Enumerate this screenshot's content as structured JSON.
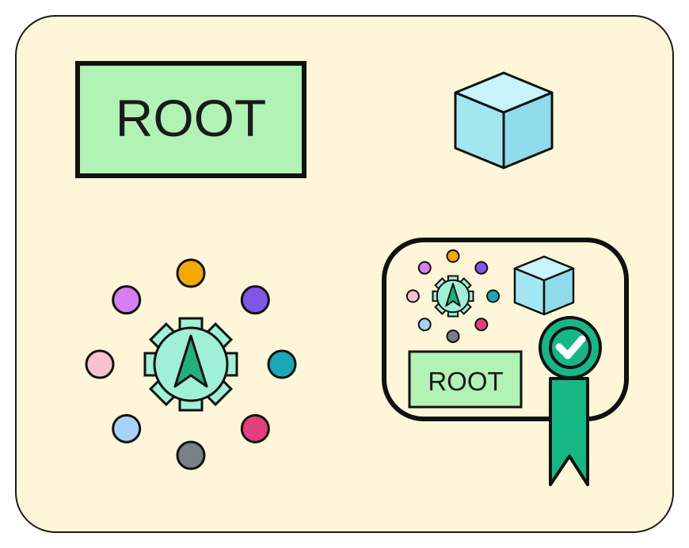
{
  "canvas": {
    "background": "#fdf6d8",
    "border_color": "#1a1a1a"
  },
  "root_label": {
    "text": "ROOT",
    "fill": "#b1f2b5",
    "border": "#111111"
  },
  "cube_icon": {
    "name": "cube-icon",
    "face_color": "#a2e6f2"
  },
  "hub_icon": {
    "name": "hub-compass-icon",
    "gear_color": "#9ff0d6",
    "arrow_color": "#22b07d",
    "satellite_colors": [
      "#f5a800",
      "#7e57e6",
      "#1aa6b7",
      "#e23f7c",
      "#7a7f85",
      "#a7d3f7",
      "#f8c3cc",
      "#d77ff0"
    ]
  },
  "badge_card": {
    "name": "certified-package-card",
    "root_text": "ROOT",
    "ribbon_color": "#15b884",
    "check_icon": "check-icon"
  }
}
